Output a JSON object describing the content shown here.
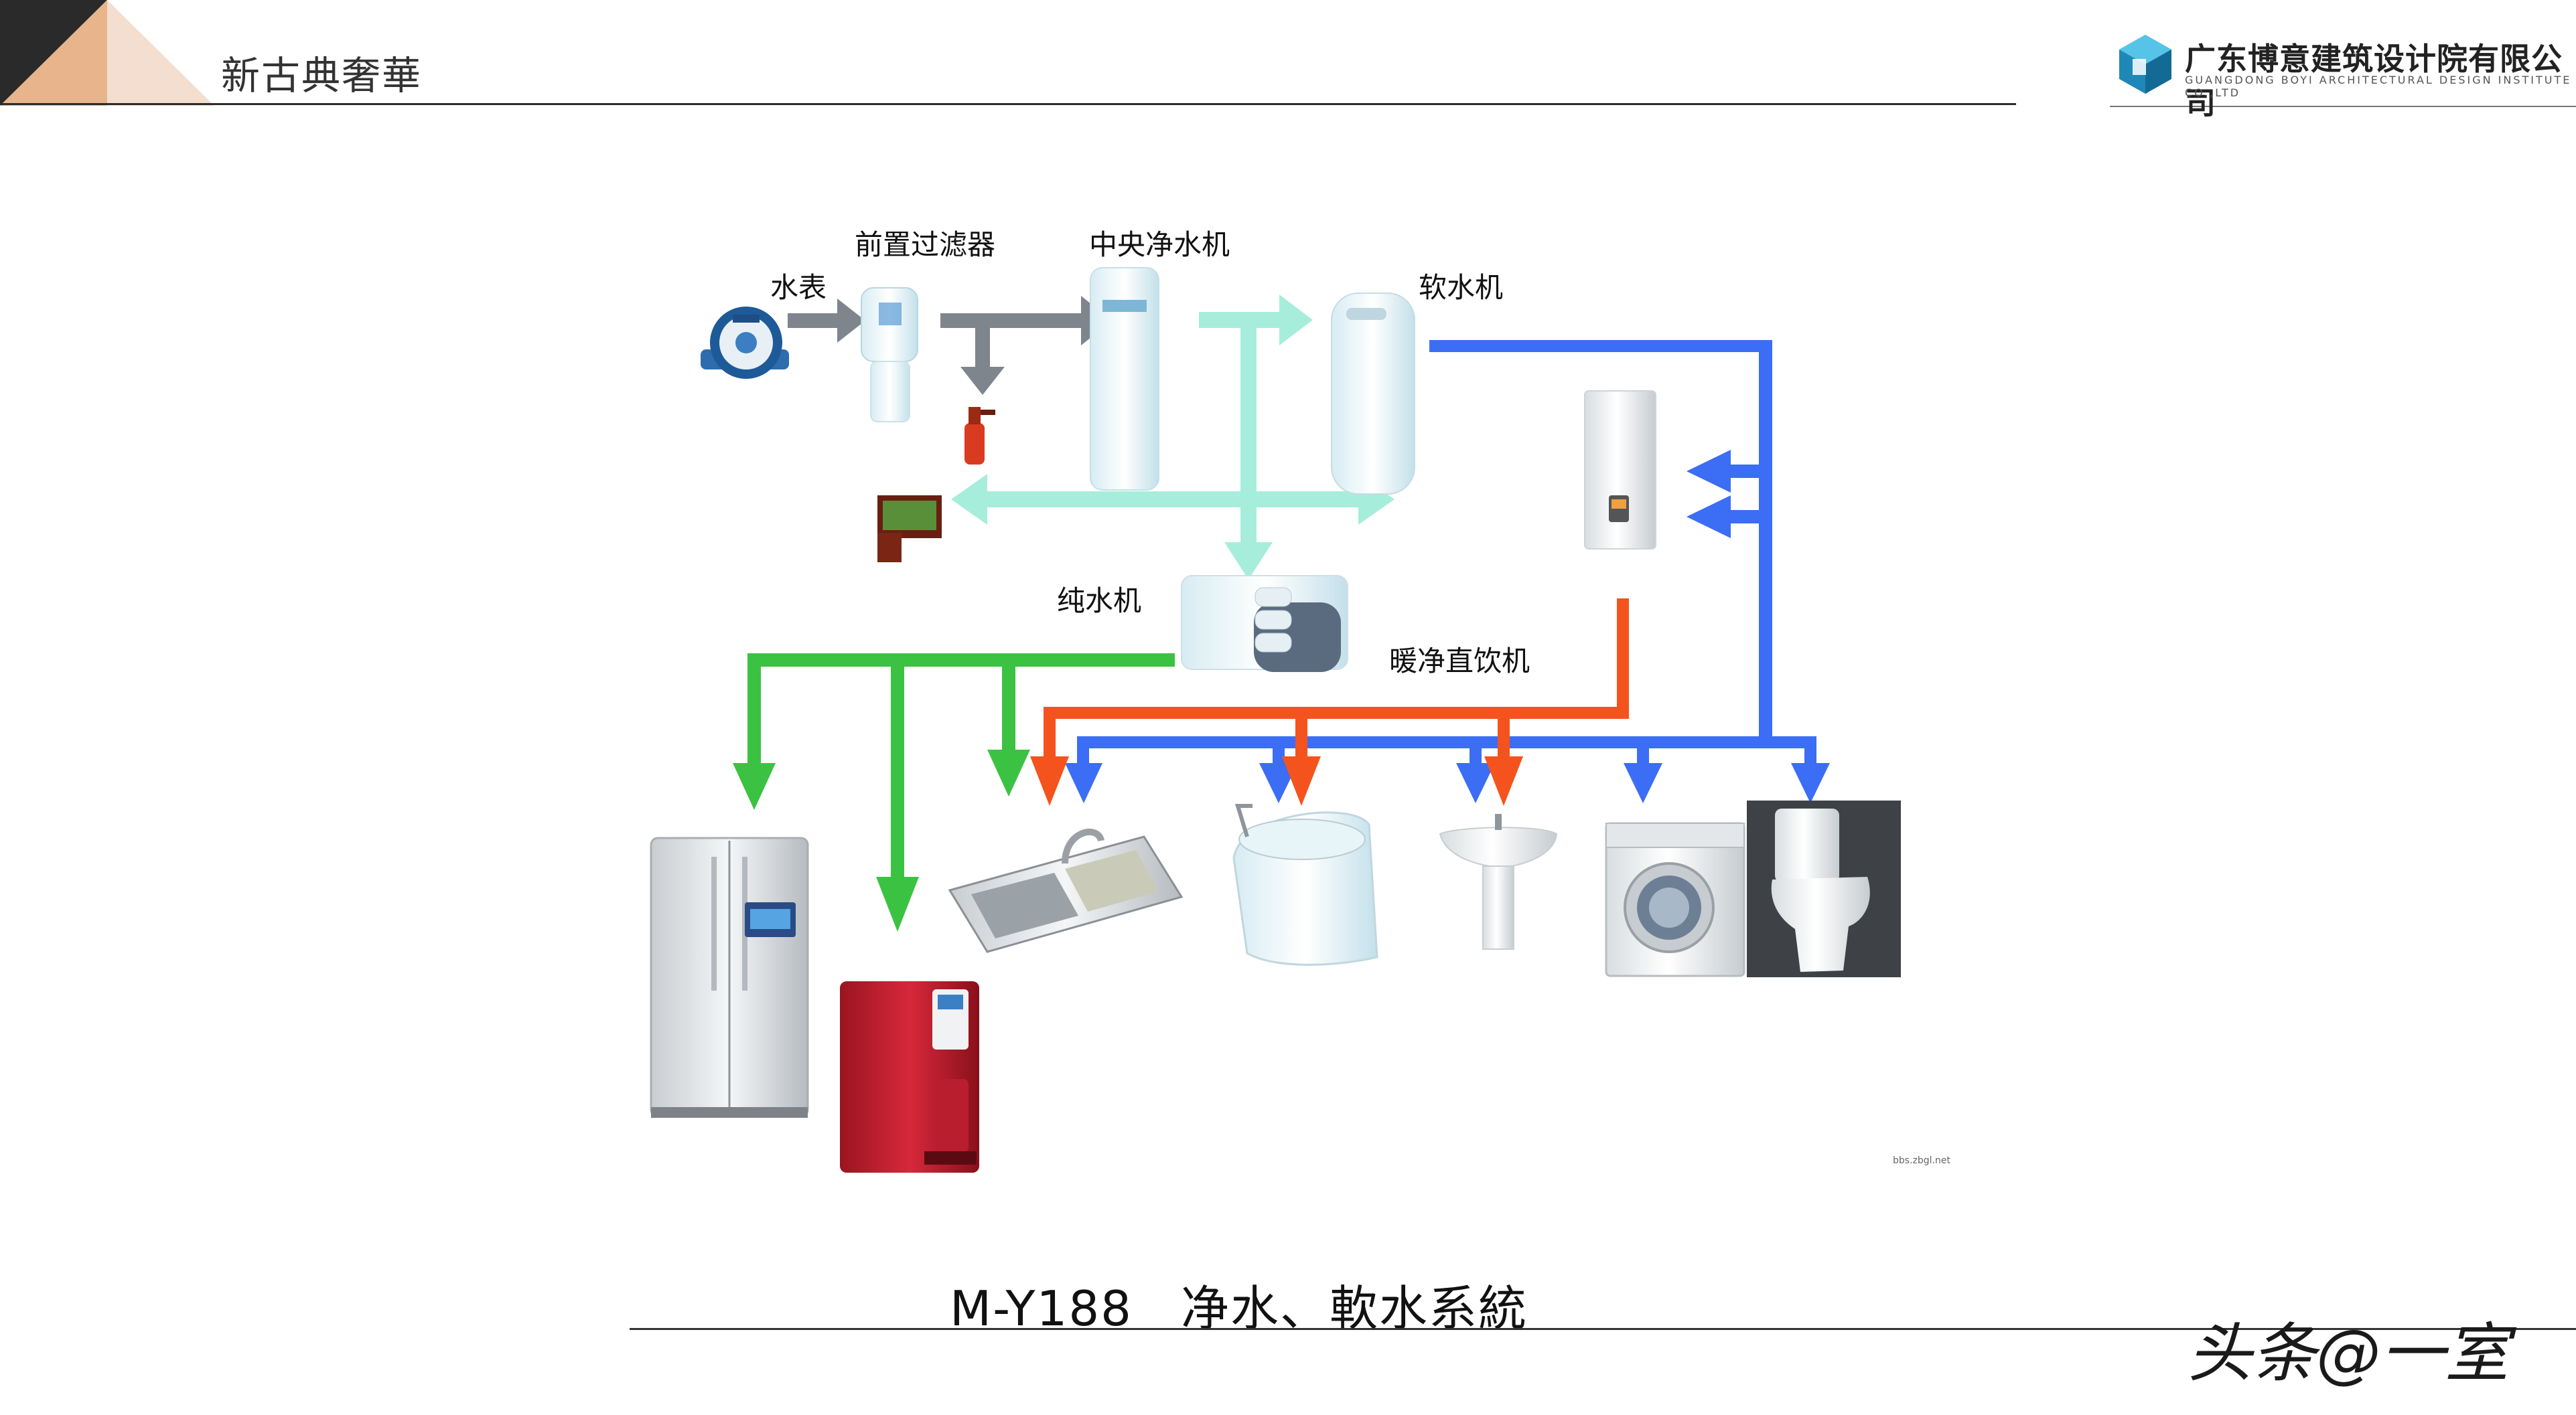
{
  "header": {
    "brand": "新古典奢華",
    "company_name": "广东博意建筑设计院有限公司",
    "company_name_en": "GUANGDONG BOYI ARCHITECTURAL DESIGN INSTITUTE CO.,LTD"
  },
  "diagram": {
    "labels": {
      "water_meter": "水表",
      "pre_filter": "前置过滤器",
      "central_purifier": "中央净水机",
      "softener": "软水机",
      "ro_machine": "纯水机",
      "warm_dispenser": "暖净直饮机"
    },
    "source_note": "bbs.zbgl.net",
    "colors": {
      "raw_water": "#7e858c",
      "purified_water": "#a6eedb",
      "soft_water": "#3b6df5",
      "pure_water": "#3cc242",
      "hot_water": "#f5531d"
    }
  },
  "caption": {
    "code": "M-Y188",
    "title": "净水、軟水系統"
  },
  "credit": "头条@一室"
}
